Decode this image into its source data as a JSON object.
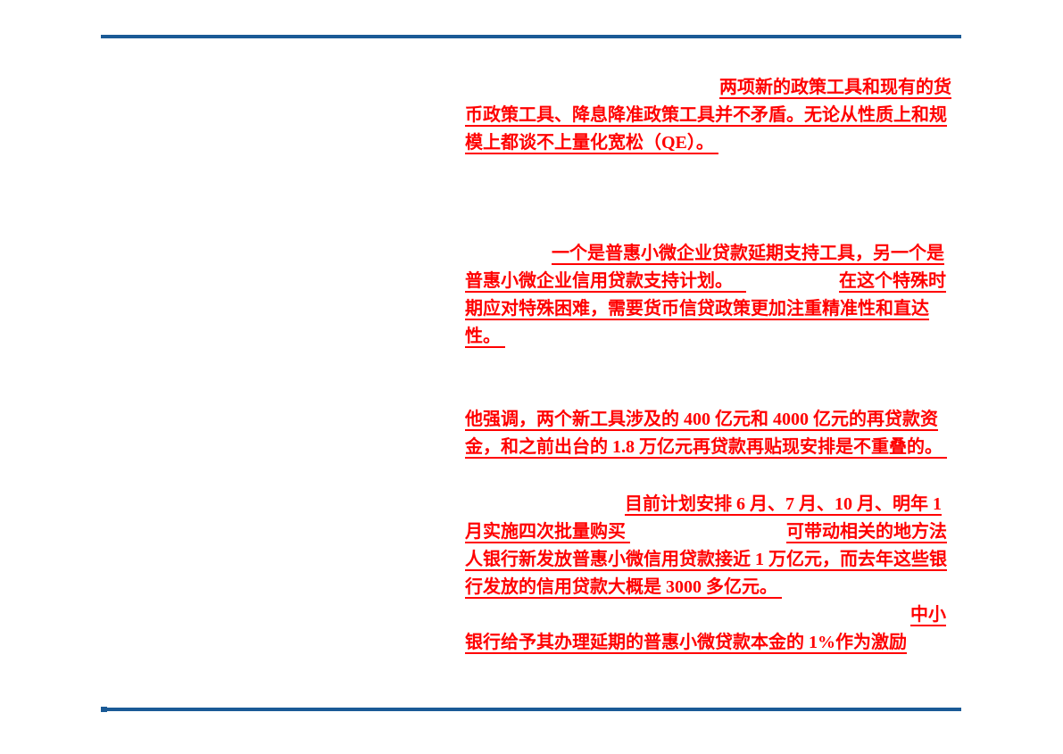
{
  "theme": {
    "accent_rule_color": "#1A5A96",
    "highlight_text_color": "#FF0000",
    "background_color": "#FFFFFF"
  },
  "document": {
    "description": "report-page-with-red-highlighted-quotes",
    "segments": [
      {
        "text": "两项新的政策工具和现有的货"
      },
      {
        "text": "币政策工具、降息降准政策工具并不矛盾。无论从性质上和规"
      },
      {
        "text": "模上都谈不上量化宽松（QE）。 "
      },
      {
        "text": "一个是普惠小微企业贷款延期支持工具，另一个是"
      },
      {
        "text": "普惠小微企业信用贷款支持计划。   "
      },
      {
        "text": "在这个特殊时"
      },
      {
        "text": "期应对特殊困难，需要货币信贷政策更加注重精准性和直达"
      },
      {
        "text": "性。 "
      },
      {
        "text": "他强调，两个新工具涉及的 400 亿元和 4000 亿元的再贷款资"
      },
      {
        "text": "金，和之前出台的 1.8 万亿元再贷款再贴现安排是不重叠的。 "
      },
      {
        "text": "目前计划安排 6 月、7 月、10 月、明年 1"
      },
      {
        "text": "月实施四次批量购买 "
      },
      {
        "text": "可带动相关的地方法"
      },
      {
        "text": "人银行新发放普惠小微信用贷款接近 1 万亿元，而去年这些银"
      },
      {
        "text": "行发放的信用贷款大概是 3000 多亿元。 "
      },
      {
        "text": "中小"
      },
      {
        "text": "银行给予其办理延期的普惠小微贷款本金的 1%作为激励"
      }
    ]
  }
}
